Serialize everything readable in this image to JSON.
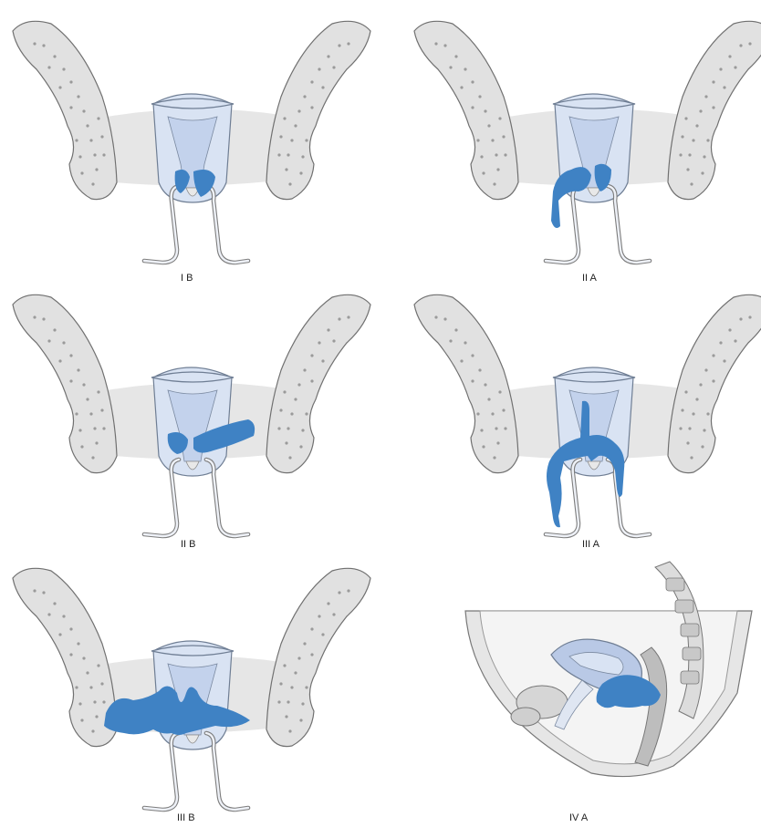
{
  "panels": [
    {
      "id": "IB",
      "label": "I B"
    },
    {
      "id": "IIA",
      "label": "II A"
    },
    {
      "id": "IIB",
      "label": "II B"
    },
    {
      "id": "IIIA",
      "label": "III A"
    },
    {
      "id": "IIIB",
      "label": "III B"
    },
    {
      "id": "IVA",
      "label": "IV A"
    }
  ],
  "colors": {
    "tumor": "#3f82c4",
    "uterus": "#d9e3f3",
    "bone": "#e1e1e1",
    "ligament": "#e6e6e6",
    "outline": "#707070"
  }
}
